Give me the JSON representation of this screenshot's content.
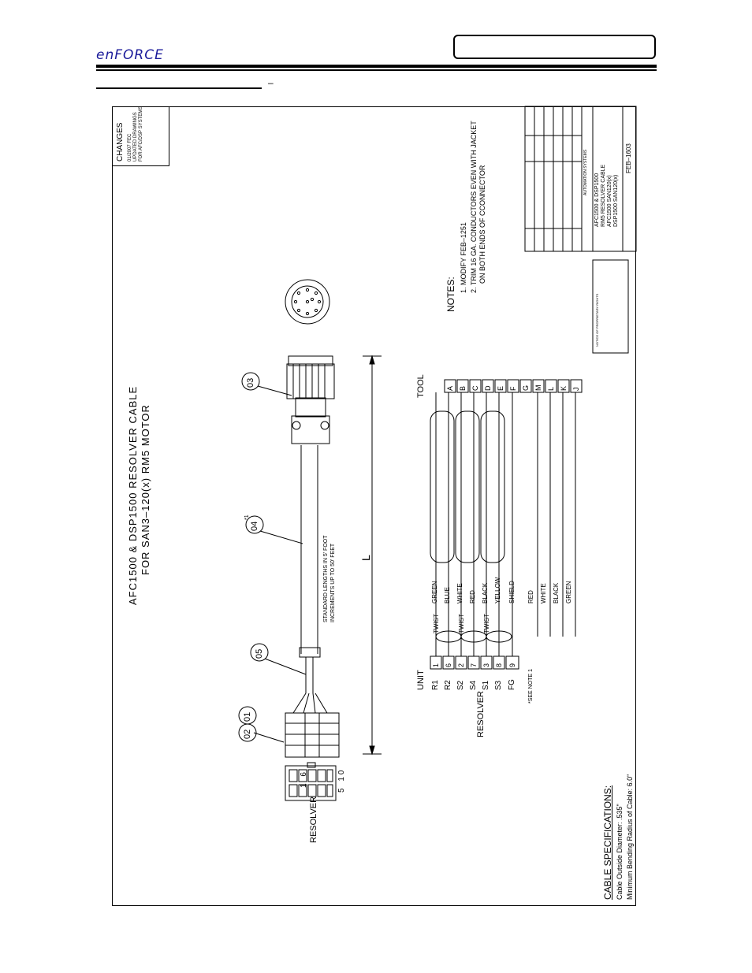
{
  "header": {
    "logo": "enFORCE",
    "section_dash": "–"
  },
  "drawing": {
    "title_line1": "AFC1500 & DSP1500 RESOLVER CABLE",
    "title_line2": "FOR SAN3–120(x) RM5 MOTOR",
    "changes": {
      "title": "CHANGES",
      "line1": "01/2007 FEC",
      "line2": "UPDATED DRAWINGS",
      "line3": "FOR AFC/DSP SYSTEMS"
    },
    "callouts": [
      "01",
      "02",
      "03",
      "04",
      "05"
    ],
    "callout_note": "*1",
    "cable_note_line1": "STANDARD LENGTHS IN 5' FOOT",
    "cable_note_line2": "INCREMENTS UP TO 50' FEET",
    "dimension_label": "L",
    "resolver_connector_label": "RESOLVER",
    "pin_top": "1  6",
    "pin_bottom": "5  10",
    "unit_label": "UNIT",
    "tool_label": "TOOL",
    "resolver_side_label": "RESOLVER",
    "unit_signals": [
      "R1",
      "R2",
      "S2",
      "S4",
      "S1",
      "S3",
      "FG"
    ],
    "unit_pins": [
      "1",
      "6",
      "2",
      "7",
      "3",
      "8",
      "9"
    ],
    "twist_label": "TWIST",
    "wire_colors": [
      "GREEN",
      "BLUE",
      "WHITE",
      "RED",
      "BLACK",
      "YELLOW",
      "SHIELD"
    ],
    "power_wire_colors": [
      "RED",
      "WHITE",
      "BLACK",
      "GREEN"
    ],
    "see_note": "*SEE NOTE 1",
    "tool_pins": [
      "A",
      "B",
      "C",
      "D",
      "E",
      "F",
      "G",
      "M",
      "L",
      "K",
      "J"
    ],
    "notes": {
      "title": "NOTES:",
      "note1": "1. MODIFY FEB–1251",
      "note2a": "2. TRIM 16 GA. CONDUCTORS EVEN WITH JACKET",
      "note2b": "ON BOTH ENDS OF CCONNECTOR"
    },
    "cable_specs": {
      "title": "CABLE SPECIFICATIONS:",
      "diameter": "Cable Outside Diameter: .535\"",
      "bend_radius": "Minimum Bending Radius of Cable: 6.0\""
    },
    "title_block": {
      "desc_line1": "AFC1500 & DSP1500",
      "desc_line2": "RM5 RESOLVER CABLE",
      "desc_line3": "AFC1500 SAN120(x)",
      "desc_line4": "DSP1500 SAN120(x)",
      "drawing_no": "FEB–1603",
      "company": "AUTOMATION SYSTEMS",
      "notice": "NOTICE OF PROPRIETARY RIGHTS"
    }
  }
}
